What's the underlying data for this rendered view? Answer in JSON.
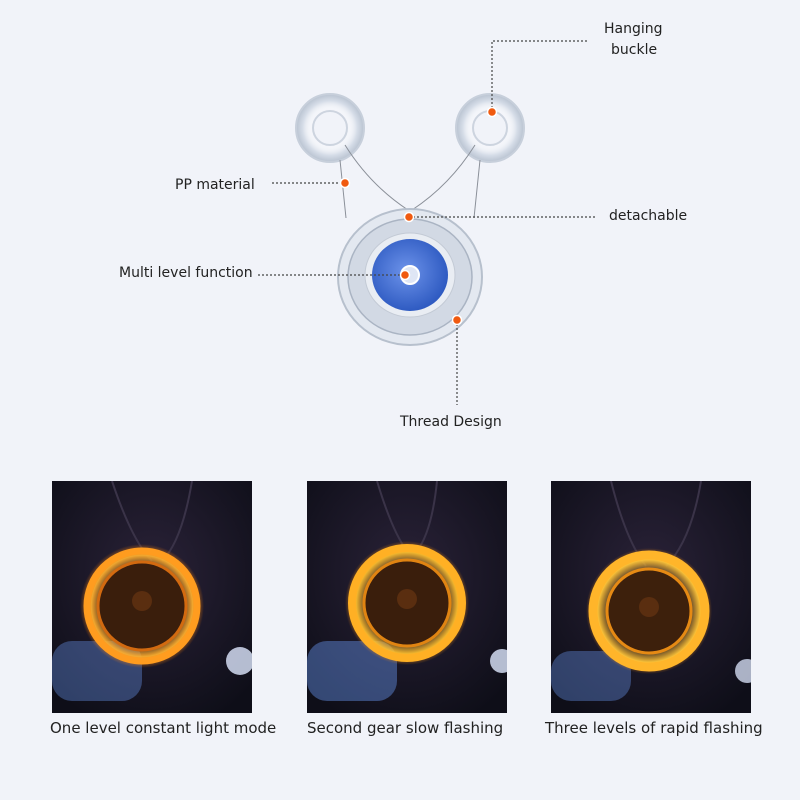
{
  "diagram": {
    "labels": {
      "hanging_buckle_line1": "Hanging",
      "hanging_buckle_line2": "buckle",
      "pp_material": "PP material",
      "detachable": "detachable",
      "multi_level_function": "Multi level function",
      "thread_design": "Thread Design"
    },
    "colors": {
      "marker": "#f05a10",
      "leader_line": "#444444",
      "lens_blue": "#3d6fd6"
    }
  },
  "modes": [
    {
      "caption": "One level constant light mode"
    },
    {
      "caption": "Second gear slow flashing"
    },
    {
      "caption": "Three levels of rapid flashing"
    }
  ],
  "colors": {
    "glow": "#ff9a1a",
    "photo_background": "#14141f"
  }
}
